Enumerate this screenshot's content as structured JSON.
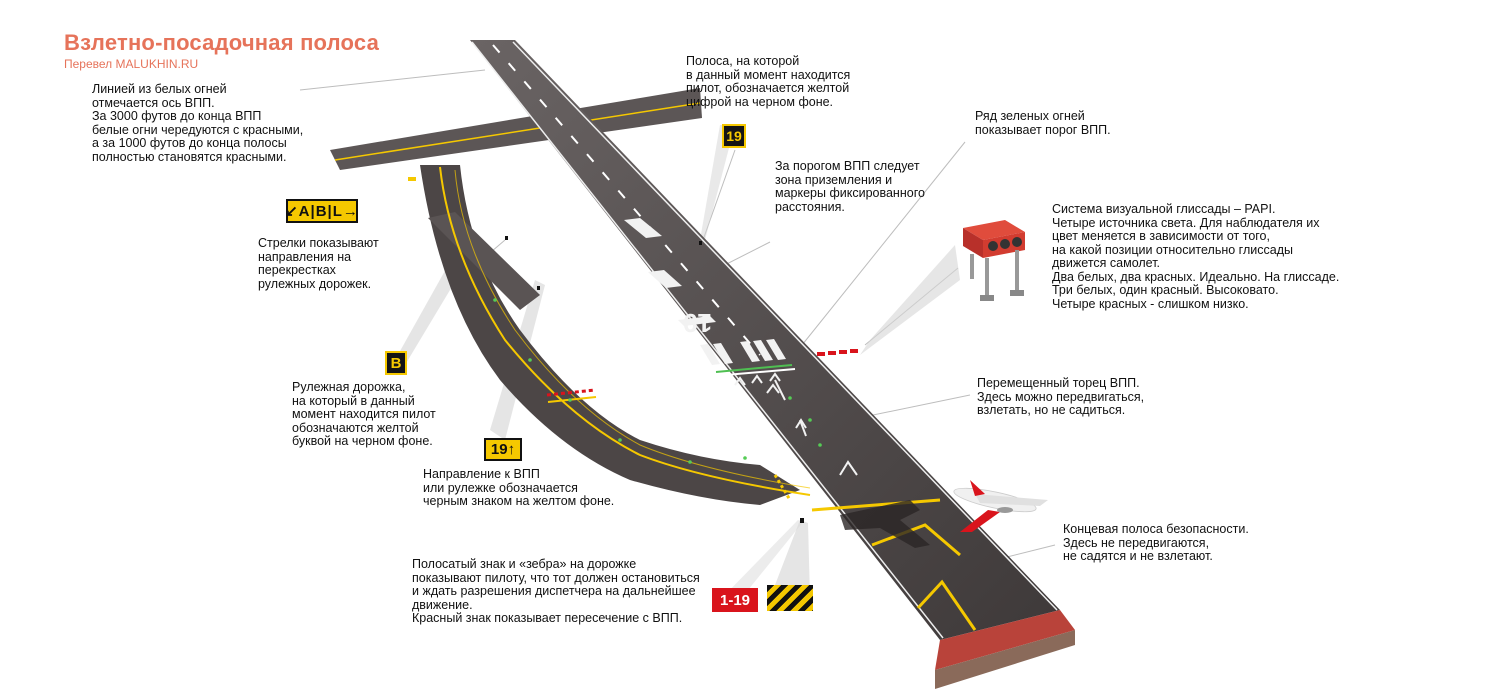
{
  "header": {
    "title": "Взлетно-посадочная полоса",
    "credit": "Перевел MALUKHIN.RU"
  },
  "notes": {
    "centerline": "Линией из белых огней\nотмечается ось ВПП.\nЗа 3000 футов до конца ВПП\nбелые огни чередуются с красными,\nа за 1000 футов до конца полосы\nполностью становятся красными.",
    "current_runway": "Полоса, на которой\nв данный момент находится\nпилот, обозначается желтой\nцифрой на черном фоне.",
    "threshold_lights": "Ряд зеленых огней\nпоказывает порог ВПП.",
    "touchdown": "За порогом ВПП следует\nзона приземления и\nмаркеры фиксированного\nрасстояния.",
    "papi": "Система визуальной глиссады – PAPI.\nЧетыре источника света. Для наблюдателя их\nцвет меняется в зависимости от того,\nна какой позиции относительно глиссады\nдвижется самолет.\nДва белых, два красных. Идеально. На глиссаде.\nТри белых, один красный. Высоковато.\nЧетыре красных - слишком низко.",
    "arrows": "Стрелки показывают\nнаправления на\nперекрестках\nрулежных дорожек.",
    "taxiway": "Рулежная дорожка,\nна который в данный\nмомент находится пилот\nобозначаются желтой\nбуквой на черном фоне.",
    "direction": "Направление к ВПП\nили рулежке обозначается\nчерным знаком на желтом фоне.",
    "displaced": "Перемещенный торец ВПП.\nЗдесь можно передвигаться,\nвзлетать, но не садиться.",
    "blast_pad": "Концевая полоса безопасности.\nЗдесь не передвигаются,\nне садятся и не взлетают.",
    "hold": "Полосатый знак и «зебра» на дорожке\nпоказывают пилоту, что тот должен остановиться\nи ждать разрешения диспетчера на дальнейшее\nдвижение.\nКрасный знак показывает пересечение с ВПП."
  },
  "signs": {
    "runway_location": "19",
    "taxiway_location": "B",
    "direction": "19↑",
    "intersection": "↙A|B|L→",
    "holding_red": "1-19"
  },
  "runway_marking": "19",
  "colors": {
    "title": "#e6735a",
    "asphalt": "#4a4444",
    "taxi_line": "#f5c800",
    "sign_red": "#d9141c"
  }
}
